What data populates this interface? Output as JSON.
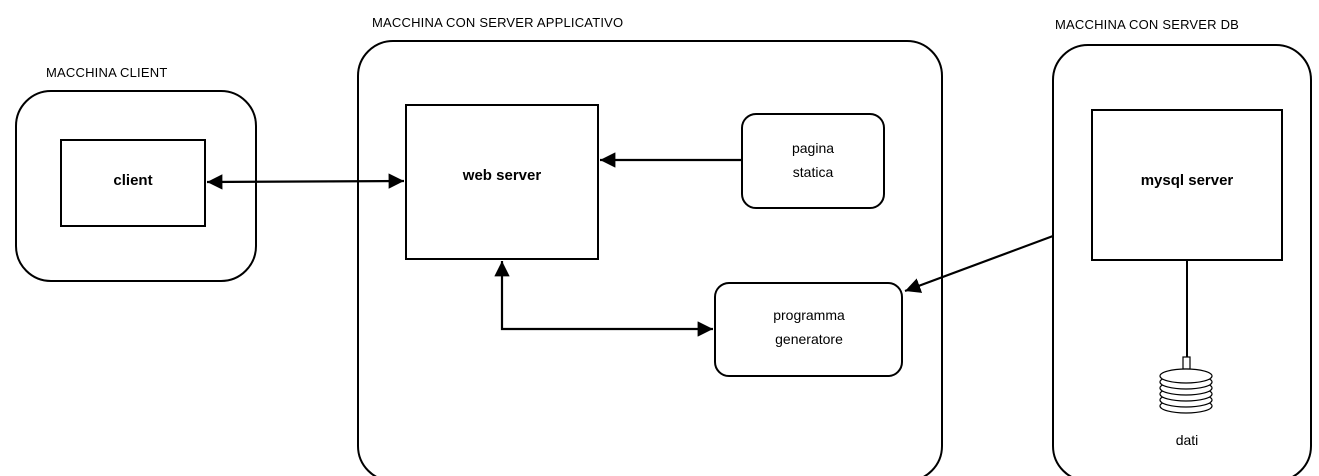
{
  "machines": {
    "client": {
      "title": "MACCHINA CLIENT"
    },
    "app_server": {
      "title": "MACCHINA CON SERVER APPLICATIVO"
    },
    "db_server": {
      "title": "MACCHINA CON SERVER DB"
    }
  },
  "nodes": {
    "client": "client",
    "web_server": "web server",
    "static_page": {
      "line1": "pagina",
      "line2": "statica"
    },
    "generator": {
      "line1": "programma",
      "line2": "generatore"
    },
    "mysql": "mysql server",
    "data": "dati"
  },
  "colors": {
    "stroke": "#000000",
    "background": "#ffffff"
  }
}
